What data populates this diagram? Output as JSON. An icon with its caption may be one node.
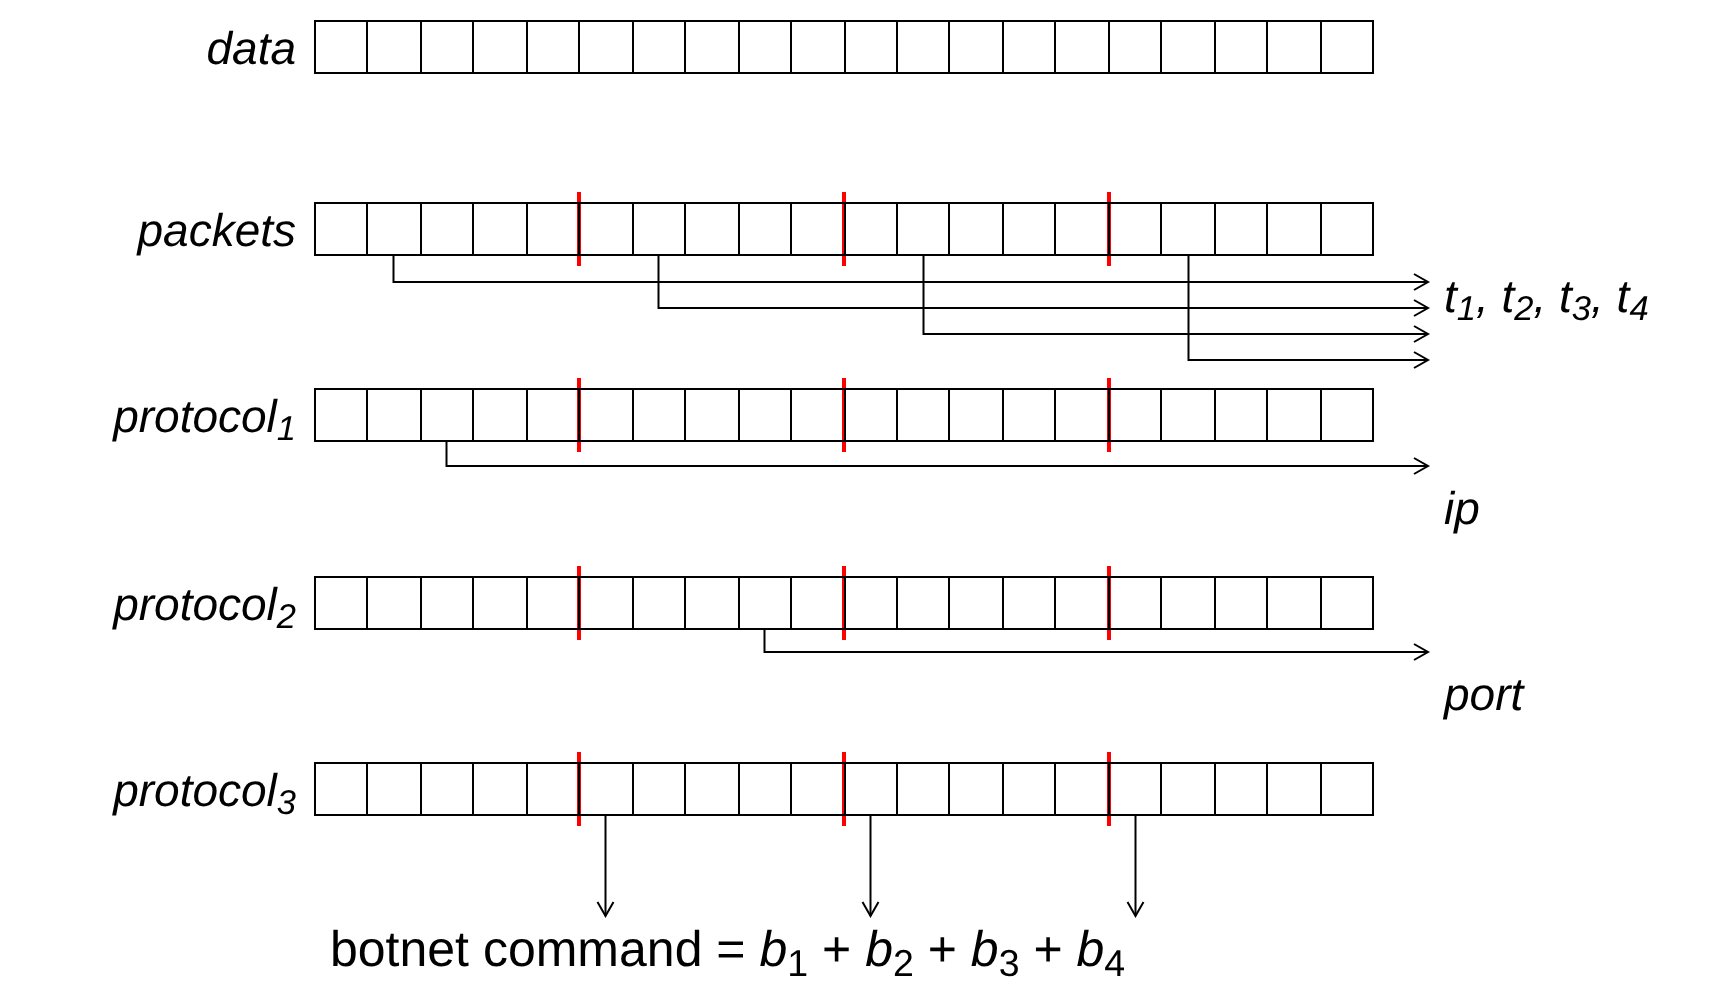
{
  "diagram": {
    "nodes": [
      {
        "text": [],
        "shape": "bar",
        "beside": [
          "data"
        ]
      },
      {
        "text": [],
        "shape": "bar",
        "beside": [
          "packets"
        ]
      },
      {
        "text": [],
        "shape": "bar",
        "beside": [
          "protocol$_{1}$"
        ]
      },
      {
        "text": [],
        "shape": "bar",
        "beside": [
          "protocol$_{2}$"
        ]
      },
      {
        "text": [],
        "shape": "bar",
        "beside": [
          "protocol$_{3}$"
        ]
      },
      {
        "text": [
          "t$_{1}$, t$_{2}$, t$_{3}$, t$_{4}$"
        ]
      },
      {
        "text": [
          "ip"
        ]
      },
      {
        "text": [
          "port"
        ]
      },
      {
        "text": [
          "botnet command = *b*$_{1}$ + *b*$_{2}$ + *b*$_{3}$ + *b*$_{4}$"
        ]
      }
    ],
    "edges": [
      {
        "from": 1,
        "to": 5,
        "arrow": "to"
      },
      {
        "from": 1,
        "to": 5,
        "arrow": "to"
      },
      {
        "from": 1,
        "to": 5,
        "arrow": "to"
      },
      {
        "from": 1,
        "to": 5,
        "arrow": "to"
      },
      {
        "from": 2,
        "to": 6,
        "arrow": "to"
      },
      {
        "from": 3,
        "to": 7,
        "arrow": "to"
      },
      {
        "from": 4,
        "to": 8,
        "arrow": "to"
      },
      {
        "from": 4,
        "to": 8,
        "arrow": "to"
      },
      {
        "from": 4,
        "to": 8,
        "arrow": "to"
      }
    ]
  }
}
